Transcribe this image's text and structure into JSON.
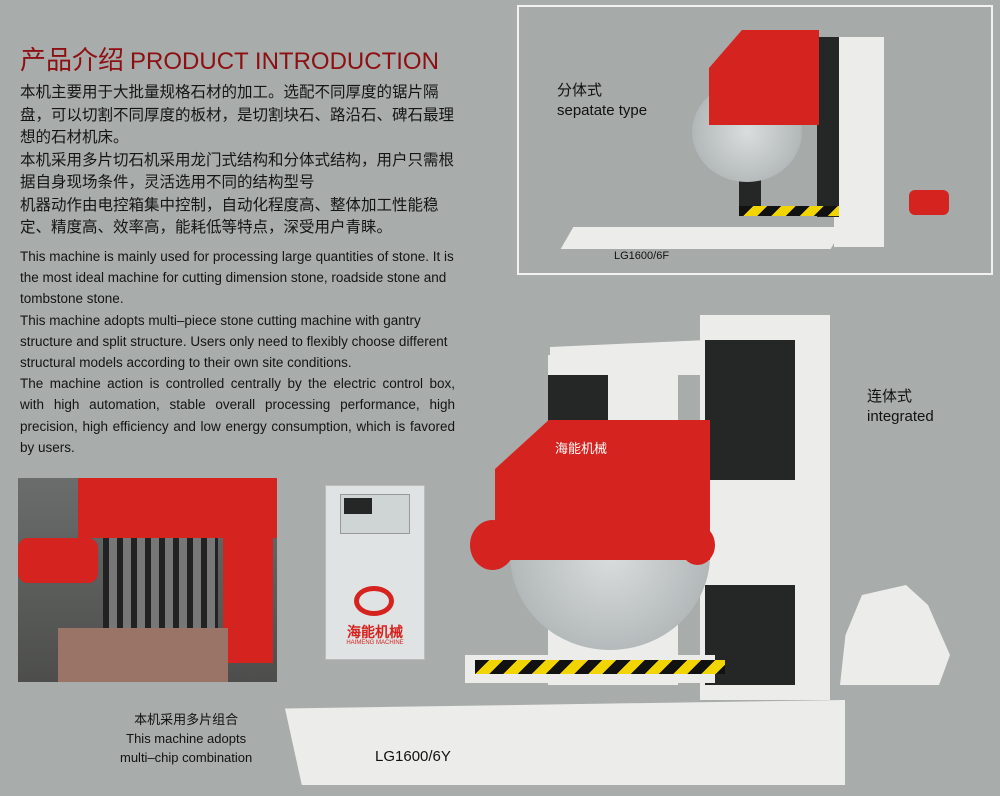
{
  "heading": {
    "cn": "产品介绍",
    "en": "PRODUCT INTRODUCTION"
  },
  "cn_paragraphs": [
    "本机主要用于大批量规格石材的加工。选配不同厚度的锯片隔盘，可以切割不同厚度的板材，是切割块石、路沿石、碑石最理想的石材机床。",
    "本机采用多片切石机采用龙门式结构和分体式结构，用户只需根据自身现场条件，灵活选用不同的结构型号",
    "机器动作由电控箱集中控制，自动化程度高、整体加工性能稳定、精度高、效率高，能耗低等特点，深受用户青睐。"
  ],
  "en_paragraphs": [
    "This machine is mainly used for processing large quantities of stone. It is the most ideal machine  for cutting dimension stone, roadside stone and tombstone stone.",
    "This machine adopts multi–piece stone cutting machine with gantry structure and split structure. Users only need to flexibly choose different structural models according to their own site conditions.",
    "The machine action is controlled centrally by the electric control box, with high automation, stable overall processing performance, high precision, high efficiency and low energy consumption, which is favored by users."
  ],
  "separate": {
    "cn": "分体式",
    "en": "sepatate type",
    "model": "LG1600/6F"
  },
  "integrated": {
    "cn": "连体式",
    "en": "integrated",
    "model": "LG1600/6Y"
  },
  "combination": {
    "cn": "本机采用多片组合",
    "en1": "This machine adopts",
    "en2": "multi–chip combination"
  },
  "brand": {
    "cn": "海能机械",
    "en": "HAIMENG MACHINE"
  }
}
